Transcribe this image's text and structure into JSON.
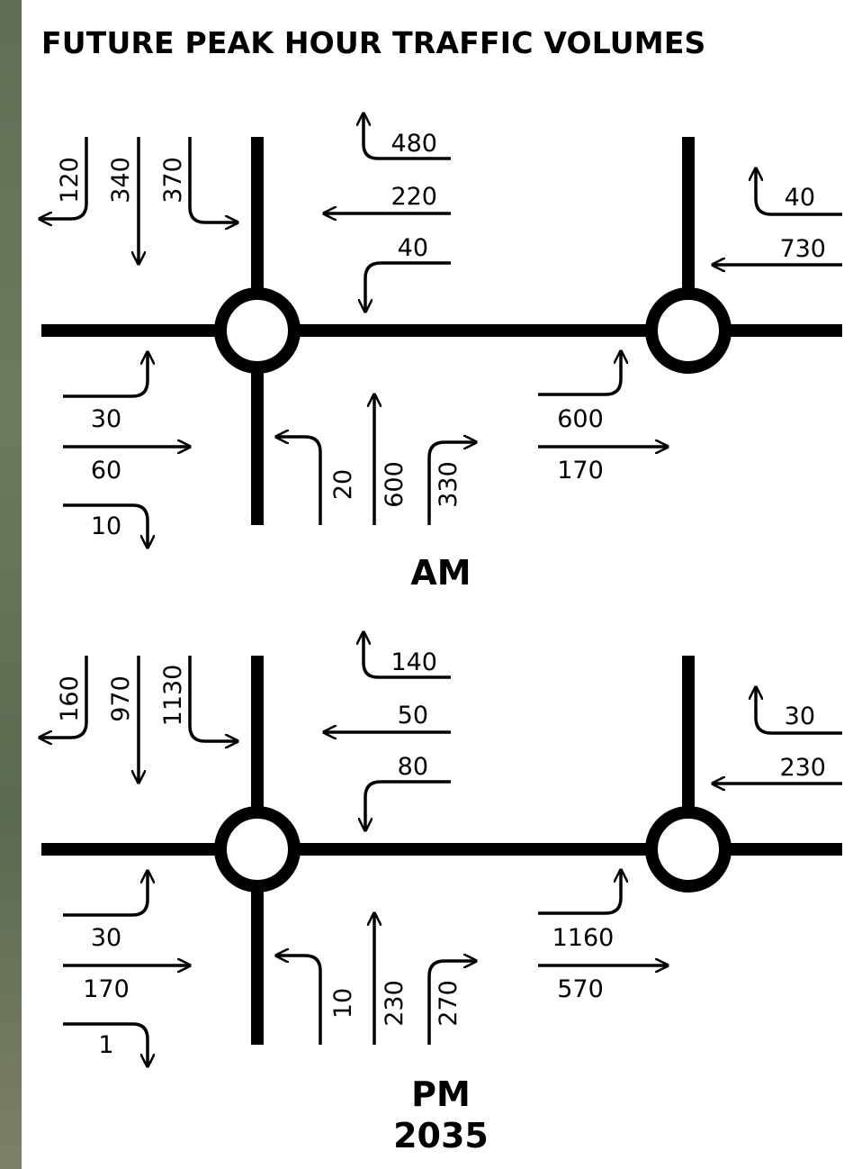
{
  "title": "FUTURE PEAK HOUR TRAFFIC VOLUMES",
  "panels": [
    {
      "label": "AM",
      "volumes": {
        "sb_right": "120",
        "sb_thru": "340",
        "sb_left": "370",
        "wb_uturn": "480",
        "wb_thru": "220",
        "wb_left": "40",
        "eb_left": "30",
        "eb_thru": "60",
        "eb_right": "10",
        "nb_left": "20",
        "nb_thru": "600",
        "nb_right": "330",
        "east_wb_uturn": "40",
        "east_wb_thru": "730",
        "east_eb_left": "600",
        "east_eb_thru": "170"
      }
    },
    {
      "label": "PM",
      "label2": "2035",
      "volumes": {
        "sb_right": "160",
        "sb_thru": "970",
        "sb_left": "1130",
        "wb_uturn": "140",
        "wb_thru": "50",
        "wb_left": "80",
        "eb_left": "30",
        "eb_thru": "170",
        "eb_right": "1",
        "nb_left": "10",
        "nb_thru": "230",
        "nb_right": "270",
        "east_wb_uturn": "30",
        "east_wb_thru": "230",
        "east_eb_left": "1160",
        "east_eb_thru": "570"
      }
    }
  ]
}
